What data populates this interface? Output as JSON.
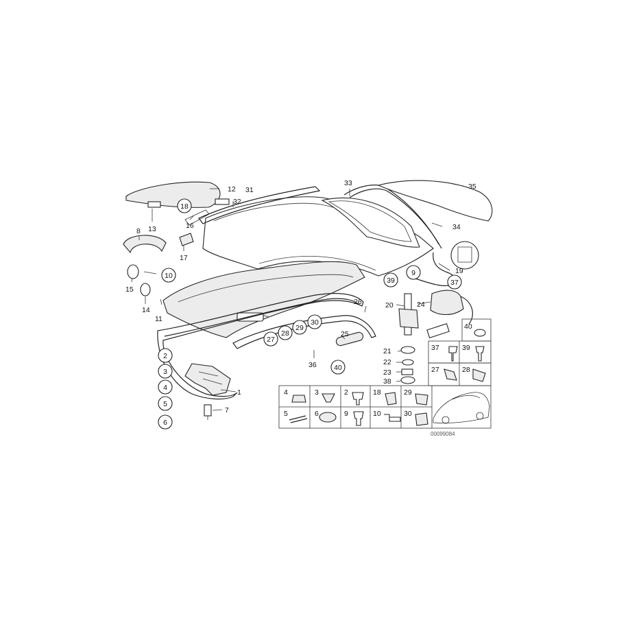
{
  "diagram": {
    "catalog_number": "00099084",
    "callouts": [
      "1",
      "2",
      "3",
      "4",
      "5",
      "6",
      "7",
      "8",
      "9",
      "10",
      "11",
      "12",
      "13",
      "14",
      "15",
      "16",
      "17",
      "18",
      "19",
      "20",
      "21",
      "22",
      "23",
      "24",
      "25",
      "26",
      "27",
      "28",
      "29",
      "30",
      "31",
      "32",
      "33",
      "34",
      "35",
      "36",
      "37",
      "38",
      "39",
      "40"
    ],
    "circled_callouts": [
      "2",
      "3",
      "4",
      "5",
      "6",
      "9",
      "10",
      "18",
      "27",
      "28",
      "29",
      "30",
      "37",
      "39",
      "40"
    ],
    "legend_panel_a": [
      "4",
      "3",
      "2",
      "18",
      "29",
      "5",
      "6",
      "9",
      "10",
      "30"
    ],
    "legend_panel_b": [
      "40",
      "37",
      "39",
      "27",
      "28"
    ]
  }
}
